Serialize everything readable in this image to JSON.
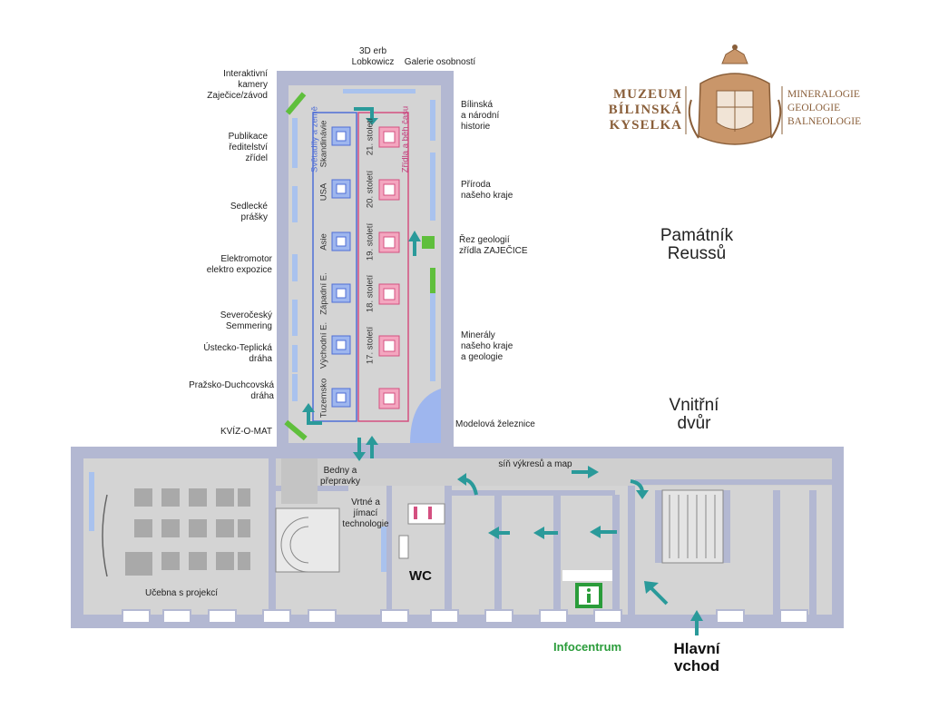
{
  "logo": {
    "name": "MUZEUM\nBÍLINSKÁ\nKYSELKA",
    "subtitle": "MINERALOGIE\nGEOLOGIE\nBALNEOLOGIE"
  },
  "areas": {
    "pamatnik": "Památník\nReussů",
    "dvur": "Vnitřní\ndvůr",
    "hlavni_vchod": "Hlavní\nvchod",
    "infocentrum": "Infocentrum",
    "wc": "WC",
    "ucebna": "Učebna s projekcí",
    "bedny": "Bedny a\npřepravky",
    "vrtne": "Vrtné a\njímací\ntechnologie",
    "sin": "síň výkresů a map"
  },
  "top_labels": {
    "erb": "3D erb\nLobkowicz",
    "galerie": "Galerie osobností"
  },
  "left_labels": [
    "Interaktivní\nkamery\nZaječice/závod",
    "Publikace\nředitelství\nzřídel",
    "Sedlecké\nprášky",
    "Elektromotor\nelektro expozice",
    "Severočeský\nSemmering",
    "Ústecko-Teplická\ndráha",
    "Pražsko-Duchcovská\ndráha",
    "KVÍZ-O-MAT"
  ],
  "right_labels": [
    "Bílinská\na národní\nhistorie",
    "Příroda\nnašeho kraje",
    "Řez geologií\nzřídla ZAJEČICE",
    "Minerály\nnašeho kraje\na geologie",
    "Modelová železnice"
  ],
  "exhibit_columns": {
    "blue_title": "Světadíly a země",
    "pink_title": "Zřídla a běh času",
    "countries": [
      "Skandinávie",
      "USA",
      "Asie",
      "Západní E.",
      "Východní E.",
      "Tuzemsko"
    ],
    "centuries": [
      "21. století",
      "20. století",
      "19. století",
      "18. století",
      "17. století"
    ]
  },
  "colors": {
    "wall": "#b3b8d2",
    "floor": "#d4d4d4",
    "arrow": "#2a9a9a",
    "green": "#5fbf3c",
    "blue_box": "#4f6ed6",
    "pink_box": "#d45080",
    "brown": "#8a5f3a"
  }
}
